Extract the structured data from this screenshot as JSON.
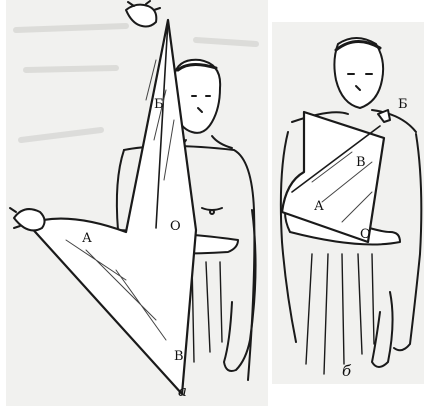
{
  "figure": {
    "panel_a": {
      "labels": {
        "top": "Б",
        "left": "А",
        "center": "О",
        "bottom": "В"
      },
      "caption": "а"
    },
    "panel_b": {
      "labels": {
        "top": "Б",
        "mid": "В",
        "left": "А",
        "center": "О"
      },
      "caption": "б"
    }
  }
}
